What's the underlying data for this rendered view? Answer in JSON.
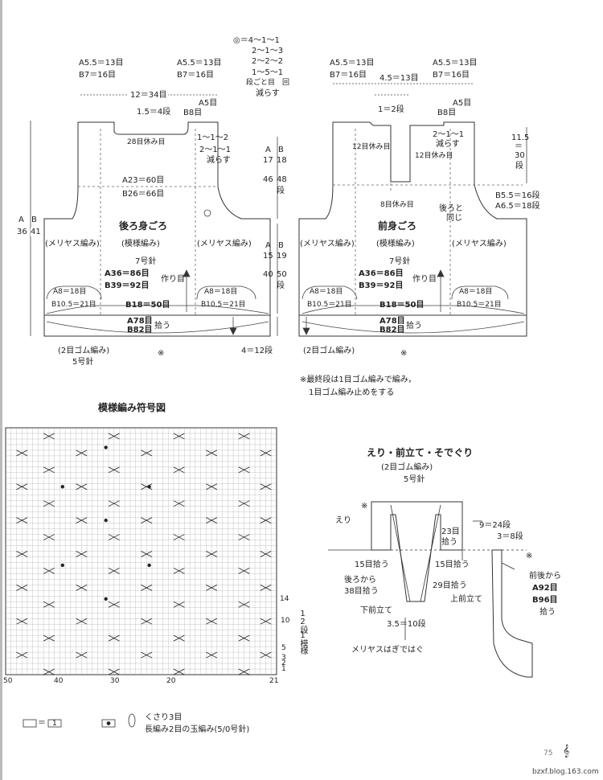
{
  "back": {
    "shoulder_left": [
      "A5.5＝13目",
      "B7＝16目"
    ],
    "shoulder_right": [
      "A5.5＝13目",
      "B7＝16目"
    ],
    "neck_width": "12＝34目",
    "neck_depth": "1.5＝4段",
    "neck_side": [
      "A5目",
      "B8目"
    ],
    "neck_dec": [
      "1～1～2",
      "2～1～1",
      "減らす"
    ],
    "neck_rest": "28目休み目",
    "chest": [
      "A23＝60目",
      "B26＝66目"
    ],
    "title": "後ろ身ごろ",
    "height": [
      "A",
      "B",
      "36",
      "41"
    ],
    "panels": [
      "(メリヤス編み)",
      "(模様編み)",
      "(メリヤス編み)"
    ],
    "needle": "7号針",
    "width": [
      "A36＝86目",
      "B39＝92目"
    ],
    "direction": "作り目",
    "hem_left": [
      "A8＝18目",
      "B10.5＝21目"
    ],
    "hem_center": "B18＝50目",
    "hem_right": [
      "A8＝18目",
      "B10.5＝21目"
    ],
    "pickup": [
      "A78目",
      "B82目"
    ],
    "pickup_label": "拾う",
    "rib": [
      "(2目ゴム編み)",
      "5号針"
    ],
    "mark": "※"
  },
  "armhole": {
    "top": [
      "A",
      "B",
      "17",
      "18",
      "46",
      "48",
      "段"
    ],
    "bottom": [
      "A",
      "B",
      "15",
      "19",
      "40",
      "50",
      "段"
    ],
    "rib_height": "4＝12段",
    "dec_legend": [
      "◎＝4～1～1",
      "2～1～3",
      "2～2～2",
      "1～5～1",
      "段ごと目　回",
      "減らす"
    ]
  },
  "front": {
    "shoulder_left": [
      "A5.5＝13目",
      "B7＝16目"
    ],
    "shoulder_right": [
      "A5.5＝13目",
      "B7＝16目"
    ],
    "neck_width": "4.5＝13目",
    "neck_step": "1＝2段",
    "neck_side": [
      "A5目",
      "B8目"
    ],
    "rest_left": "12目休み目",
    "rest_right": "12目休み目",
    "neck_dec": [
      "2～1～1",
      "減らす"
    ],
    "center_rest": "8目休み目",
    "same": [
      "後ろと",
      "同じ"
    ],
    "neck_height": [
      "11.5",
      "＝",
      "30",
      "段"
    ],
    "armhole_rows": [
      "B5.5＝16段",
      "A6.5＝18段"
    ],
    "title": "前身ごろ",
    "panels": [
      "(メリヤス編み)",
      "(模様編み)",
      "(メリヤス編み)"
    ],
    "needle": "7号針",
    "width": [
      "A36＝86目",
      "B39＝92目"
    ],
    "direction": "作り目",
    "hem_left": [
      "A8＝18目",
      "B10.5＝21目"
    ],
    "hem_center": "B18＝50目",
    "hem_right": [
      "A8＝18目",
      "B10.5＝21目"
    ],
    "pickup": [
      "A78目",
      "B82目"
    ],
    "pickup_label": "拾う",
    "rib": [
      "(2目ゴム編み)"
    ],
    "mark": "※",
    "note": [
      "※最終段は1目ゴム編みで編み，",
      "1目ゴム編み止めをする"
    ]
  },
  "chart": {
    "title": "模様編み符号図",
    "x_labels": [
      "50",
      "40",
      "30",
      "20",
      "21"
    ],
    "row_labels": [
      "14",
      "10",
      "5",
      "3",
      "2",
      "1"
    ],
    "repeat": [
      "12段",
      "1模様"
    ]
  },
  "collar": {
    "title": "えり・前立て・そでぐり",
    "rib": "(2目ゴム編み)",
    "needle": "5号針",
    "mark_left": "※",
    "mark_right": "※",
    "collar_label": "えり",
    "height": "9＝24段",
    "band_width": "3＝8段",
    "pickup_15a": "15目拾う",
    "pickup_23": [
      "23目",
      "拾う"
    ],
    "pickup_15b": "15目拾う",
    "pickup_back": [
      "後ろから",
      "38目拾う"
    ],
    "pickup_29": "29目拾う",
    "upper_band": "上前立て",
    "lower_band": "下前立て",
    "band_rows": "3.5＝10段",
    "join": "メリヤスはぎではぐ",
    "sleeve_pickup": [
      "前後から",
      "A92目",
      "B96目",
      "拾う"
    ]
  },
  "legend": {
    "knit": "＝",
    "knit_symbol": "1",
    "cable": "くさり3目",
    "popcorn": "長編み2目の玉編み(5/0号針)"
  },
  "footer": {
    "page_number": "75",
    "site": "bzxf.blog.163.com"
  }
}
